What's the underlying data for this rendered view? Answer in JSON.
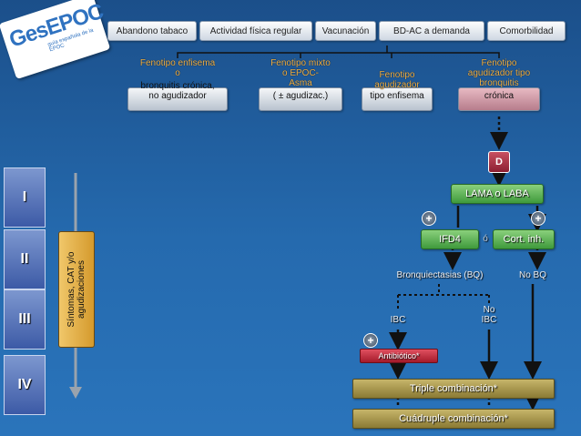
{
  "logo": {
    "title": "GesEPOC",
    "subtitle": "guía española de la EPOC"
  },
  "top_bar": [
    "Abandono tabaco",
    "Actividad física regular",
    "Vacunación",
    "BD-AC a demanda",
    "Comorbilidad"
  ],
  "phenotypes": [
    {
      "label": "Fenotipo enfisema o bronquitis crónica, no agudizador",
      "label_lines": [
        "Fenotipo enfisema",
        "o"
      ],
      "box_lines": [
        "bronquitis crónica,",
        "no agudizador"
      ]
    },
    {
      "label": "Fenotipo mixto o EPOC-Asma (± agudizac.)",
      "label_lines": [
        "Fenotipo mixto",
        "o EPOC-",
        "Asma"
      ],
      "box_lines": [
        "( ± agudizac.)"
      ]
    },
    {
      "label": "Fenotipo agudizador tipo enfisema",
      "label_lines": [
        "Fenotipo",
        "agudizador"
      ],
      "box_lines": [
        "tipo enfisema"
      ]
    },
    {
      "label": "Fenotipo agudizador tipo bronquitis crónica",
      "label_lines": [
        "Fenotipo",
        "agudizador tipo",
        "bronquitis"
      ],
      "box_lines": [
        "crónica"
      ]
    }
  ],
  "flow": {
    "d_box": "D",
    "lama_laba": "LAMA o LABA",
    "ifd4": "IFD4",
    "or_sep": "ó",
    "cort_inh": "Cort. inh.",
    "bronquiectasias": "Bronquiectasias (BQ)",
    "no_bq": "No BQ",
    "ibc": "IBC",
    "no_ibc": "No IBC",
    "no_ibc_lines": [
      "No",
      "IBC"
    ],
    "antibiotico": "Antibiótico*",
    "triple": "Triple combinación*",
    "cuadruple": "Cuádruple combinación*",
    "plus": "+"
  },
  "severity": [
    "I",
    "II",
    "III",
    "IV"
  ],
  "symptom_label": "Síntomas, CAT y/o agudizaciones",
  "colors": {
    "background": "#256aae",
    "green": "#3f9a3c",
    "olive": "#8a7a34",
    "red": "#a51a2a",
    "phenotype_text": "#f0b24a"
  }
}
